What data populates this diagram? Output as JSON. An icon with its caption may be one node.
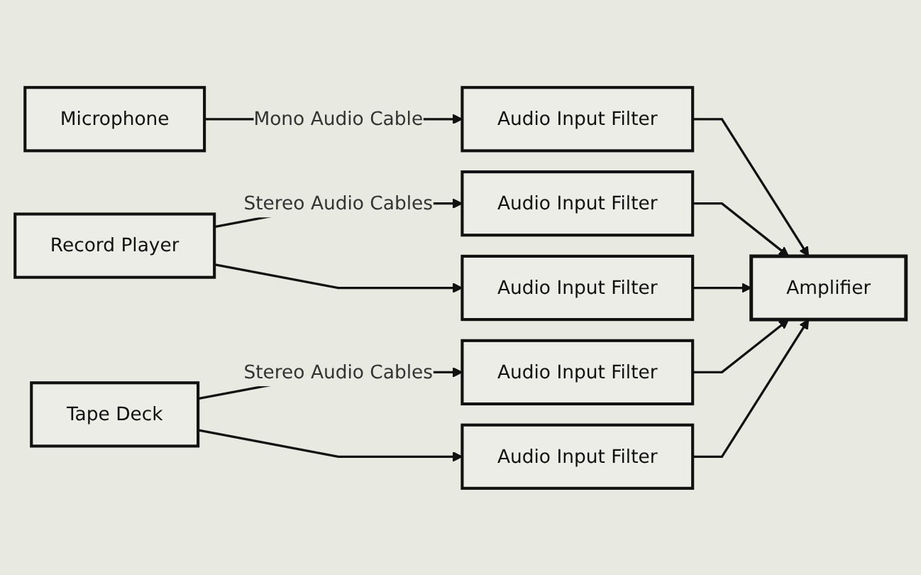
{
  "diagram": {
    "nodes": [
      {
        "text": [
          "Microphone"
        ]
      },
      {
        "text": [
          "Audio Input Filter"
        ]
      },
      {
        "text": [
          "Record Player"
        ]
      },
      {
        "text": [
          "Audio Input Filter"
        ]
      },
      {
        "text": [
          "Audio Input Filter"
        ]
      },
      {
        "text": [
          "Tape Deck"
        ]
      },
      {
        "text": [
          "Audio Input Filter"
        ]
      },
      {
        "text": [
          "Audio Input Filter"
        ]
      },
      {
        "text": [
          "Amplifier"
        ]
      }
    ],
    "edges": [
      {
        "from": 0,
        "to": 1,
        "arrow": "to",
        "label": "Mono Audio Cable"
      },
      {
        "from": 1,
        "to": 8,
        "arrow": "to"
      },
      {
        "from": 2,
        "to": 3,
        "arrow": "to",
        "label": "Stereo Audio Cables"
      },
      {
        "from": 2,
        "to": 4,
        "arrow": "to"
      },
      {
        "from": 3,
        "to": 8,
        "arrow": "to"
      },
      {
        "from": 4,
        "to": 8,
        "arrow": "to"
      },
      {
        "from": 5,
        "to": 6,
        "arrow": "to",
        "label": "Stereo Audio Cables"
      },
      {
        "from": 5,
        "to": 7,
        "arrow": "to"
      },
      {
        "from": 6,
        "to": 8,
        "arrow": "to"
      },
      {
        "from": 7,
        "to": 8,
        "arrow": "to"
      }
    ]
  }
}
